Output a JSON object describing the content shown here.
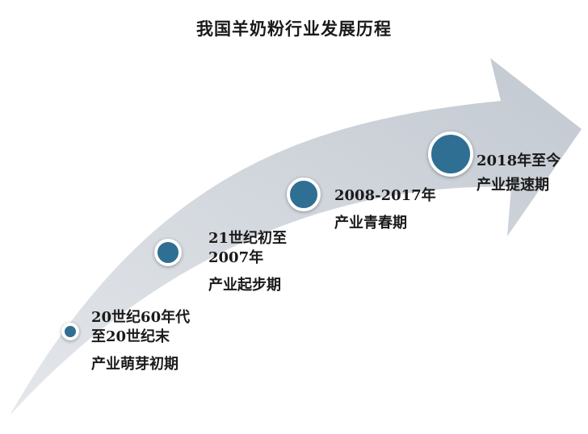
{
  "title": "我国羊奶粉行业发展历程",
  "colors": {
    "arrow": "#cdd2d9",
    "dot": "#2f6f93"
  },
  "stages": [
    {
      "period_line1": "20世纪60年代",
      "period_line2": "至20世纪末",
      "phase": "产业萌芽初期"
    },
    {
      "period_line1": "21世纪初至",
      "period_line2": "2007年",
      "phase": "产业起步期"
    },
    {
      "period_line1": "2008-2017年",
      "period_line2": "",
      "phase": "产业青春期"
    },
    {
      "period_line1": "2018年至今",
      "period_line2": "",
      "phase": "产业提速期"
    }
  ]
}
